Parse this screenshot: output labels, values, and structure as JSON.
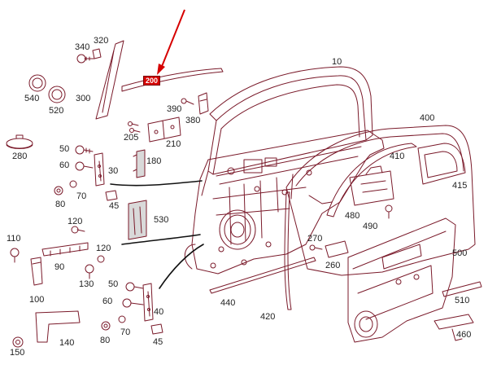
{
  "diagram": {
    "highlighted_part": "200",
    "colors": {
      "outline": "#7a1a2a",
      "highlight": "#d60000",
      "label": "#222222",
      "part_shading": "#d9d9d9",
      "cable": "#111111"
    },
    "labels": {
      "p10": "10",
      "p30": "30",
      "p40": "40",
      "p45a": "45",
      "p45b": "45",
      "p50a": "50",
      "p50b": "50",
      "p60a": "60",
      "p60b": "60",
      "p70a": "70",
      "p70b": "70",
      "p80a": "80",
      "p80b": "80",
      "p90": "90",
      "p100": "100",
      "p110": "110",
      "p120a": "120",
      "p120b": "120",
      "p130": "130",
      "p140": "140",
      "p150": "150",
      "p180": "180",
      "p200": "200",
      "p205": "205",
      "p210": "210",
      "p260": "260",
      "p270": "270",
      "p280": "280",
      "p300": "300",
      "p320": "320",
      "p340": "340",
      "p380": "380",
      "p390": "390",
      "p400": "400",
      "p410": "410",
      "p415": "415",
      "p420": "420",
      "p440": "440",
      "p460": "460",
      "p480": "480",
      "p490": "490",
      "p500": "500",
      "p510": "510",
      "p520": "520",
      "p530": "530",
      "p540": "540"
    }
  }
}
